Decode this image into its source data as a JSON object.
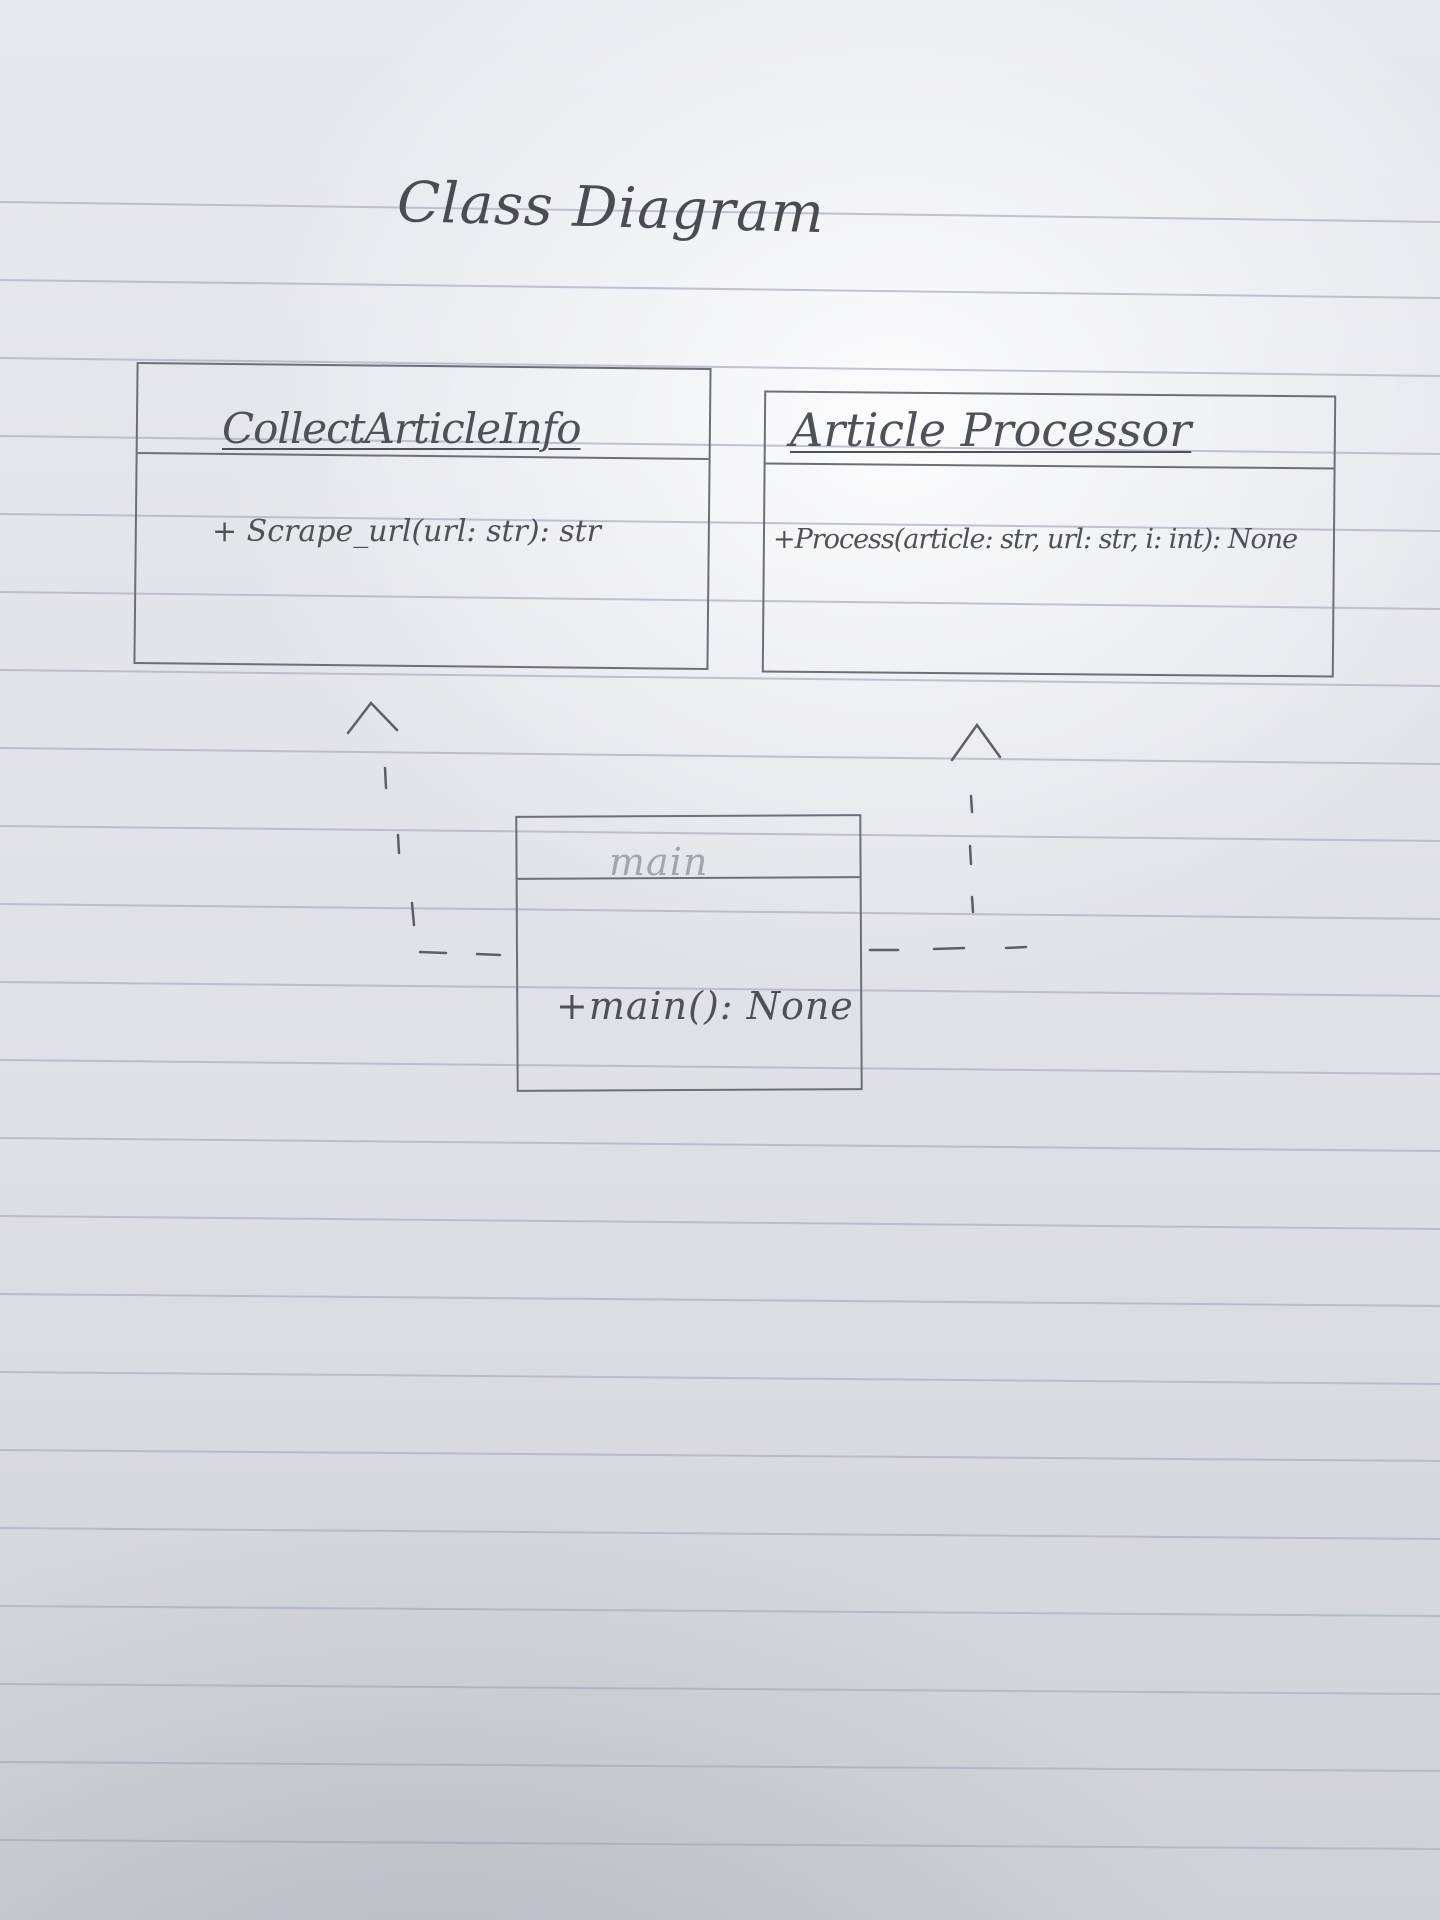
{
  "diagram": {
    "title": "Class Diagram",
    "classes": [
      {
        "id": "collect-article-info",
        "name": "CollectArticleInfo",
        "methods": [
          "+ Scrape_url(url: str): str"
        ]
      },
      {
        "id": "article-processor",
        "name": "Article Processor",
        "methods": [
          "+Process(article: str, url: str, i: int): None"
        ]
      },
      {
        "id": "main",
        "name": "main",
        "methods": [
          "+main(): None"
        ]
      }
    ],
    "relations": [
      {
        "from": "main",
        "to": "CollectArticleInfo",
        "style": "dashed",
        "arrowhead": "open"
      },
      {
        "from": "main",
        "to": "Article Processor",
        "style": "dashed",
        "arrowhead": "open"
      }
    ]
  }
}
